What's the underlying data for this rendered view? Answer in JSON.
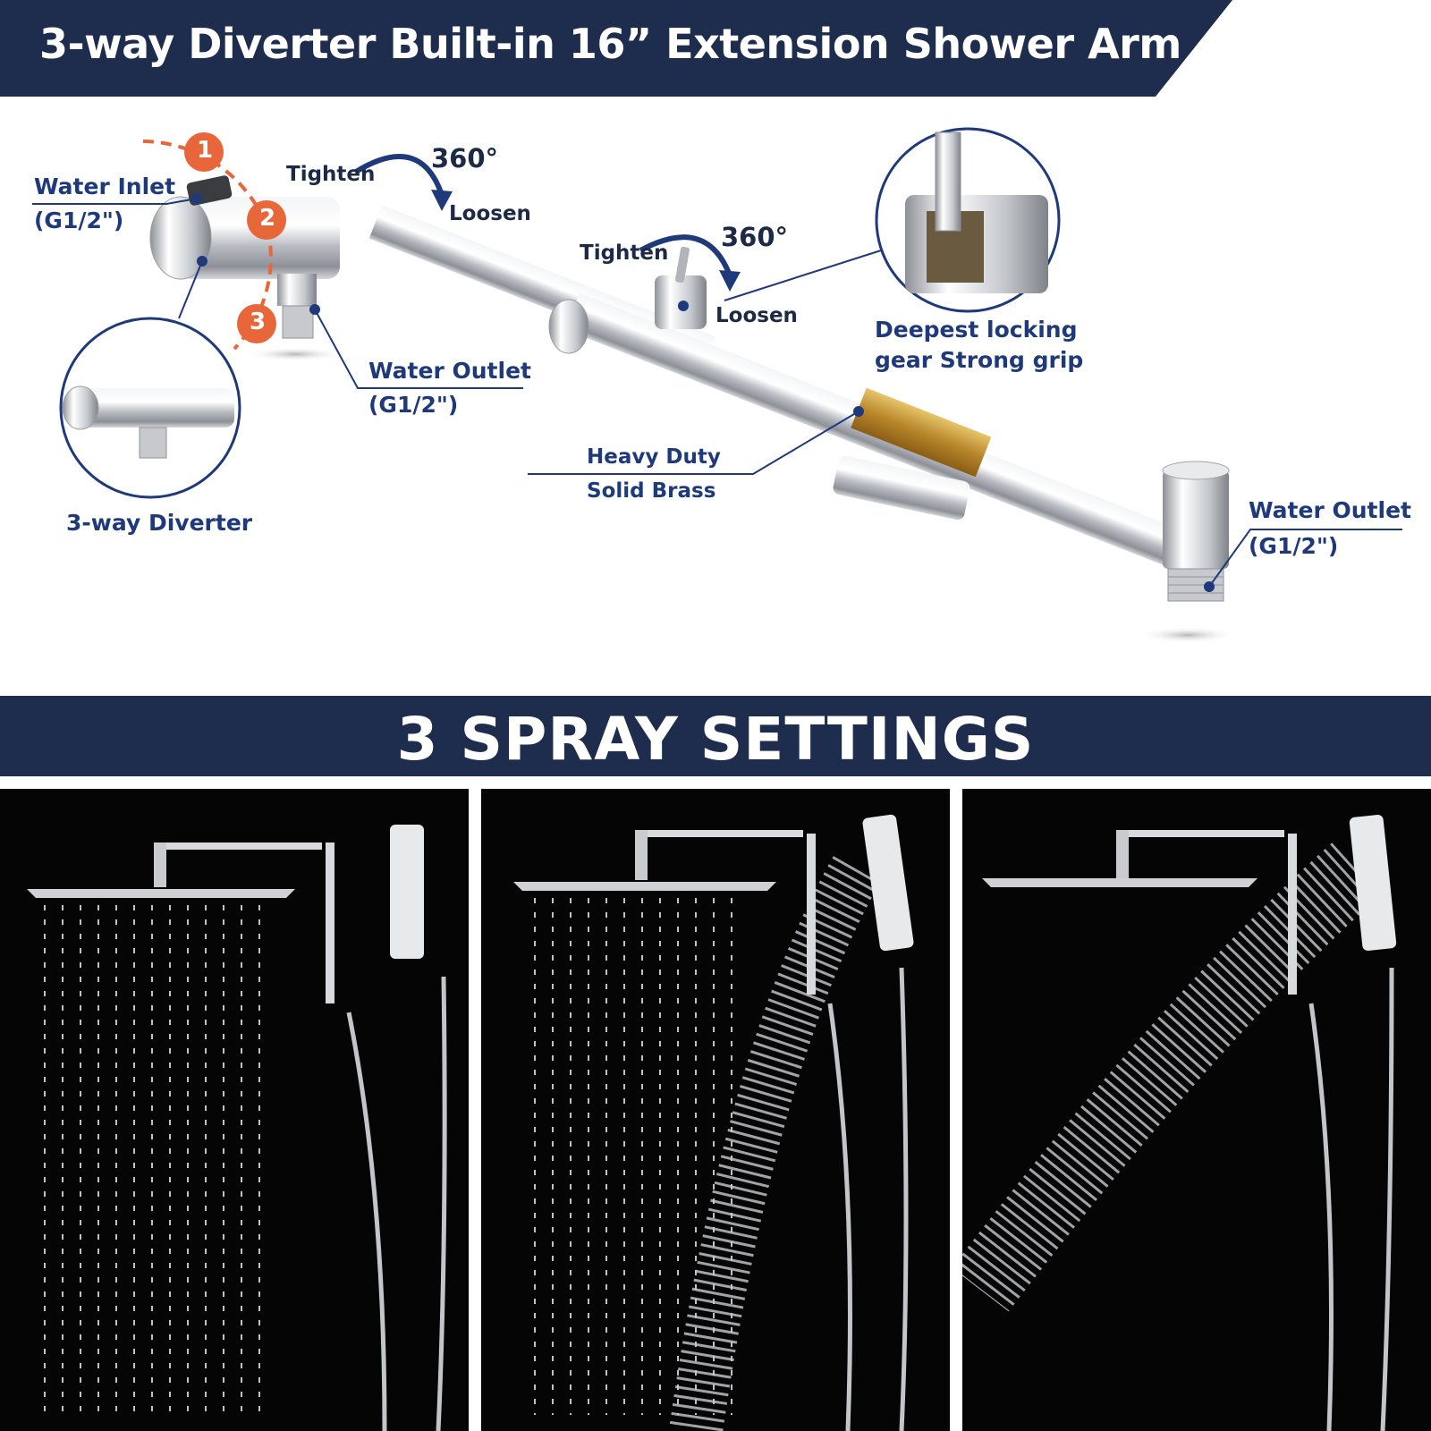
{
  "header": {
    "title": "3-way Diverter Built-in 16” Extension Shower Arm"
  },
  "diagram": {
    "labels": {
      "water_inlet": "Water Inlet",
      "water_inlet_spec": "(G1/2\")",
      "tighten_1": "Tighten",
      "rotation_1": "360°",
      "loosen_1": "Loosen",
      "tighten_2": "Tighten",
      "rotation_2": "360°",
      "loosen_2": "Loosen",
      "water_outlet_1": "Water Outlet",
      "water_outlet_1_spec": "(G1/2\")",
      "diverter": "3-way Diverter",
      "locking_line1": "Deepest locking",
      "locking_line2": "gear Strong grip",
      "brass_line1": "Heavy Duty",
      "brass_line2": "Solid Brass",
      "water_outlet_2": "Water Outlet",
      "water_outlet_2_spec": "(G1/2\")"
    },
    "positions": [
      "1",
      "2",
      "3"
    ]
  },
  "spray_section": {
    "title": "3 SPRAY SETTINGS",
    "panels": [
      "rain",
      "rain-and-handheld",
      "handheld"
    ]
  },
  "colors": {
    "navy": "#1e2d4d",
    "label_blue": "#1f3a7a",
    "orange": "#e8673a",
    "brass": "#c99a2e",
    "background": "#ffffff",
    "panel_background": "#050505"
  },
  "icons": [
    "rotation-arrow-icon",
    "position-badge-icon",
    "callout-dot-icon"
  ]
}
